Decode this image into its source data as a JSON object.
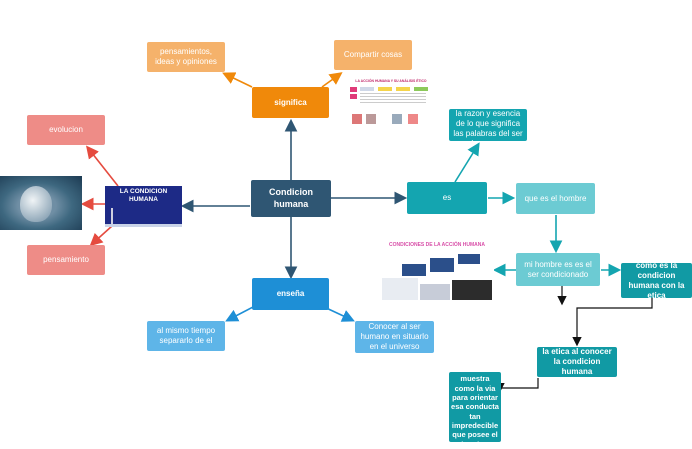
{
  "nodes": {
    "central": "Condicion humana",
    "significa": "significa",
    "pensamientos": "pensamientos, ideas y opiniones",
    "compartir": "Compartir cosas",
    "evolucion": "evolucion",
    "pensamiento": "pensamiento",
    "condicion_banner": "LA CONDICION HUMANA",
    "ensena": "enseña",
    "separarlo": "al mismo tiempo separarlo de el",
    "conocer": "Conocer al ser humano en situarlo en el universo",
    "es": "es",
    "razon": "la razon y esencia de lo que significa las palabras del ser huemano",
    "hombre": "que es el hombre",
    "condicionado": "mi hombre es es el ser condicionado",
    "etica_right": "como es la condicion humana con la etica",
    "etica_conocer": "la etica al conocer la condicion humana",
    "muestra": "hace muestra como la via para orientar esa conducta tan impredecible que posee el hombre"
  },
  "images": {
    "accion_title": "LA ACCIÓN HUMANA Y SU ANÁLISIS ÉTICO",
    "condiciones_title": "CONDICIONES DE LA ACCIÓN HUMANA"
  },
  "colors": {
    "navy": "#2f5673",
    "orange": "#f0890a",
    "light_orange": "#f5b26b",
    "salmon": "#ee8c87",
    "blue": "#1e8fd6",
    "teal": "#14a5b0",
    "red_arrow": "#e54b3f"
  }
}
